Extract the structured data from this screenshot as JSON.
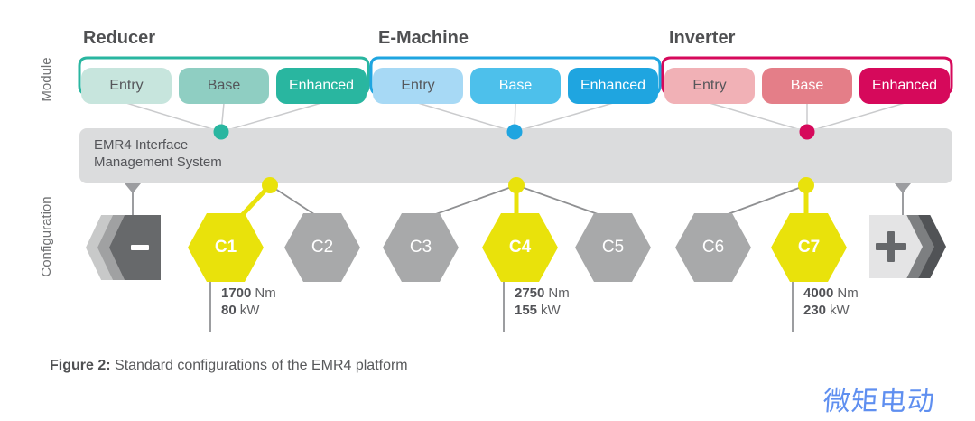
{
  "figure": {
    "caption_prefix": "Figure 2:",
    "caption_text": "Standard configurations of the EMR4 platform",
    "watermark": "微矩电动"
  },
  "axis": {
    "module": "Module",
    "configuration": "Configuration"
  },
  "interface_bar": {
    "line1": "EMR4 Interface",
    "line2": "Management System"
  },
  "groups": [
    {
      "name": "Reducer",
      "accent_color": "#29B6A0",
      "tiers": [
        "Entry",
        "Base",
        "Enhanced"
      ]
    },
    {
      "name": "E-Machine",
      "accent_color": "#1FA5E0",
      "tiers": [
        "Entry",
        "Base",
        "Enhanced"
      ]
    },
    {
      "name": "Inverter",
      "accent_color": "#D6095B",
      "tiers": [
        "Entry",
        "Base",
        "Enhanced"
      ]
    }
  ],
  "configurations": [
    {
      "id": "C1",
      "selected": true
    },
    {
      "id": "C2",
      "selected": false
    },
    {
      "id": "C3",
      "selected": false
    },
    {
      "id": "C4",
      "selected": true
    },
    {
      "id": "C5",
      "selected": false
    },
    {
      "id": "C6",
      "selected": false
    },
    {
      "id": "C7",
      "selected": true
    }
  ],
  "nav": {
    "minus_symbol": "−",
    "plus_symbol": "+"
  },
  "specs": [
    {
      "torque_value": "1700",
      "torque_unit": "Nm",
      "power_value": "80",
      "power_unit": "kW"
    },
    {
      "torque_value": "2750",
      "torque_unit": "Nm",
      "power_value": "155",
      "power_unit": "kW"
    },
    {
      "torque_value": "4000",
      "torque_unit": "Nm",
      "power_value": "230",
      "power_unit": "kW"
    }
  ],
  "colors": {
    "selected_yellow": "#E9E20B",
    "config_gray": "#A8A9AA",
    "bar_gray": "#DBDCDD",
    "reducer_accent": "#29B6A0",
    "emachine_accent": "#1FA5E0",
    "inverter_accent": "#D6095B",
    "watermark_blue": "#5F8FF0"
  }
}
